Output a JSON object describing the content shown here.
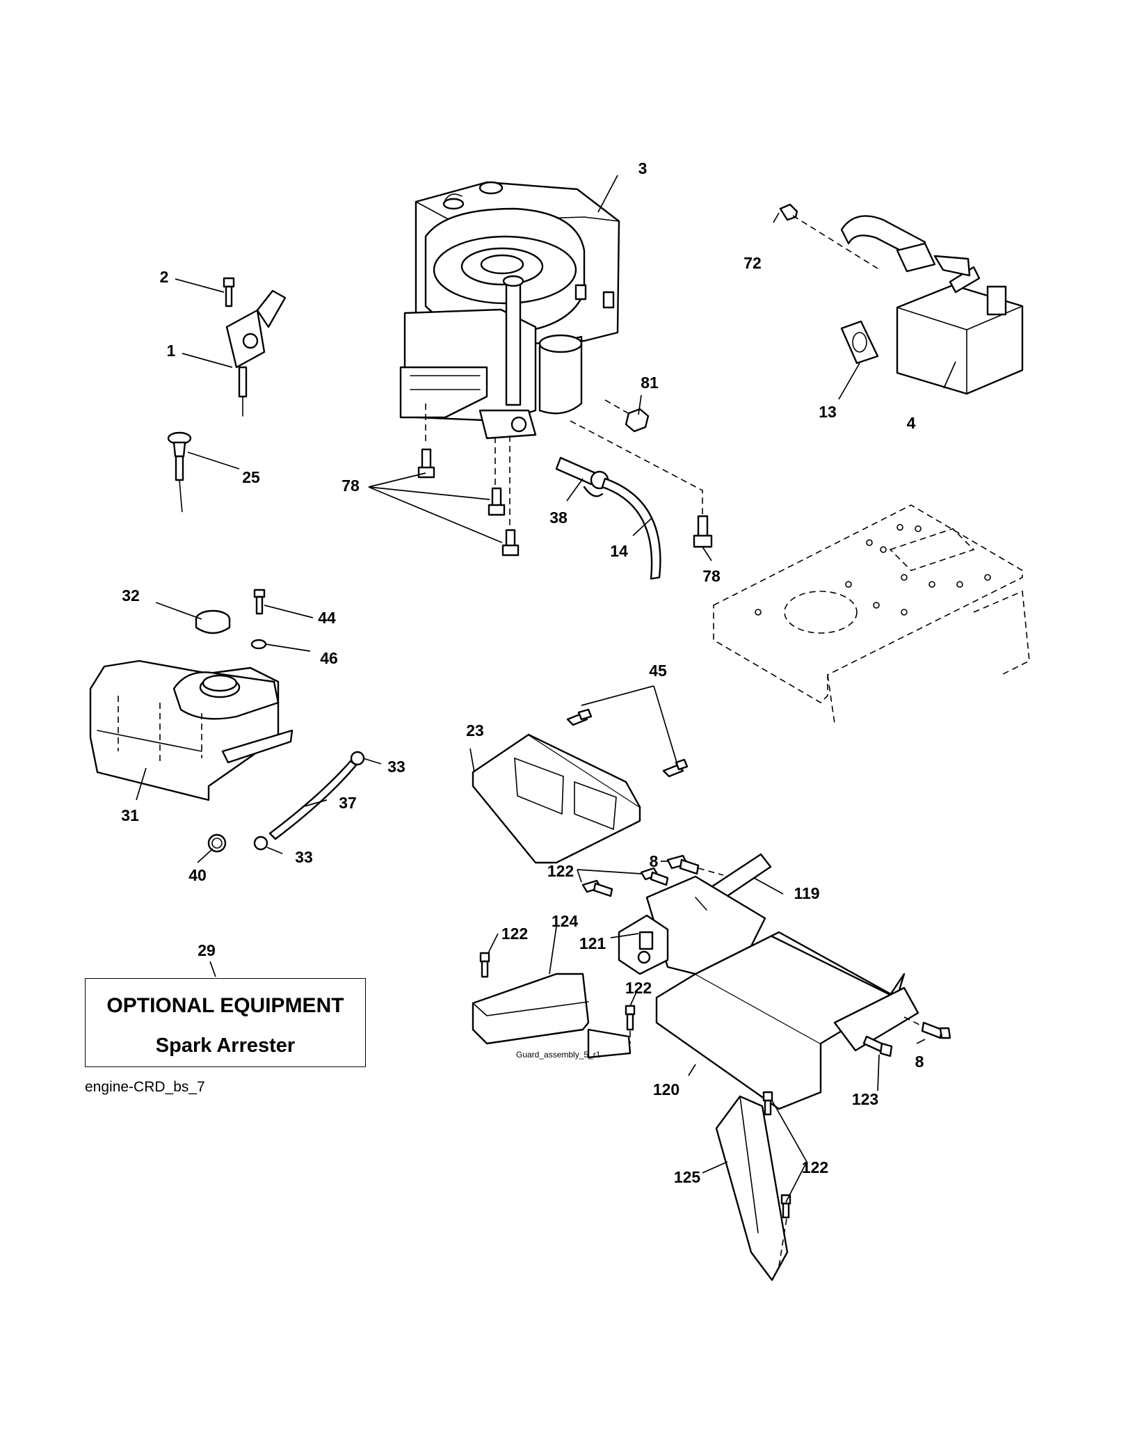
{
  "callouts": {
    "c1": "1",
    "c2": "2",
    "c3": "3",
    "c4": "4",
    "c8a": "8",
    "c8b": "8",
    "c13": "13",
    "c14": "14",
    "c23": "23",
    "c25": "25",
    "c29": "29",
    "c31": "31",
    "c32": "32",
    "c33a": "33",
    "c33b": "33",
    "c37": "37",
    "c38": "38",
    "c40": "40",
    "c44": "44",
    "c45": "45",
    "c46": "46",
    "c72": "72",
    "c78a": "78",
    "c78b": "78",
    "c81": "81",
    "c119": "119",
    "c120": "120",
    "c121": "121",
    "c122a": "122",
    "c122b": "122",
    "c122c": "122",
    "c122d": "122",
    "c123": "123",
    "c124": "124",
    "c125": "125"
  },
  "optional_box": {
    "title": "OPTIONAL EQUIPMENT",
    "subtitle": "Spark Arrester"
  },
  "diagram_code": "engine-CRD_bs_7",
  "guard_label": "Guard_assembly_5_r1"
}
